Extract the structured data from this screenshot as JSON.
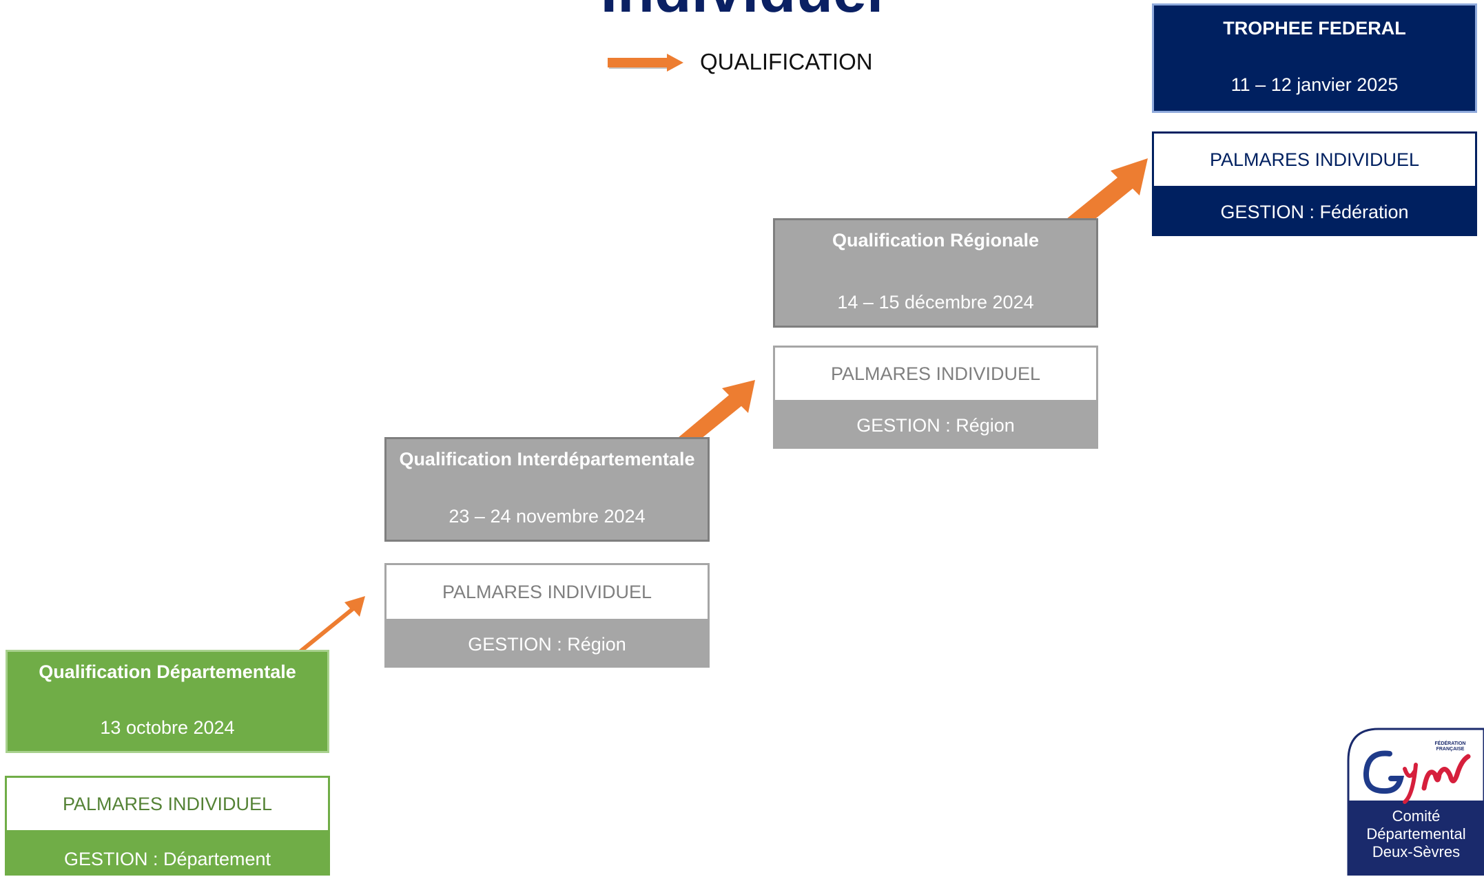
{
  "title": "Individuel",
  "legend": {
    "label": "QUALIFICATION",
    "arrow_color": "#ed7d31"
  },
  "colors": {
    "green": "#70ad47",
    "grey": "#a6a6a6",
    "navy": "#002060",
    "green_text": "#548235",
    "grey_text": "#7f7f7f"
  },
  "steps": [
    {
      "name": "Qualification Départementale",
      "date": "13 octobre 2024",
      "palmares": "PALMARES INDIVIDUEL",
      "gestion": "GESTION : Département"
    },
    {
      "name": "Qualification Interdépartementale",
      "date": "23 – 24 novembre 2024",
      "palmares": "PALMARES INDIVIDUEL",
      "gestion": "GESTION : Région"
    },
    {
      "name": "Qualification Régionale",
      "date": "14 – 15 décembre 2024",
      "palmares": "PALMARES INDIVIDUEL",
      "gestion": "GESTION : Région"
    },
    {
      "name": "TROPHEE FEDERAL",
      "date": "11 – 12 janvier 2025",
      "palmares": "PALMARES INDIVIDUEL",
      "gestion": "GESTION : Fédération"
    }
  ],
  "logo": {
    "federation": "FÉDÉRATION FRANÇAISE",
    "wordmark": "Gym",
    "line1": "Comité",
    "line2": "Départemental",
    "line3": "Deux-Sèvres"
  }
}
